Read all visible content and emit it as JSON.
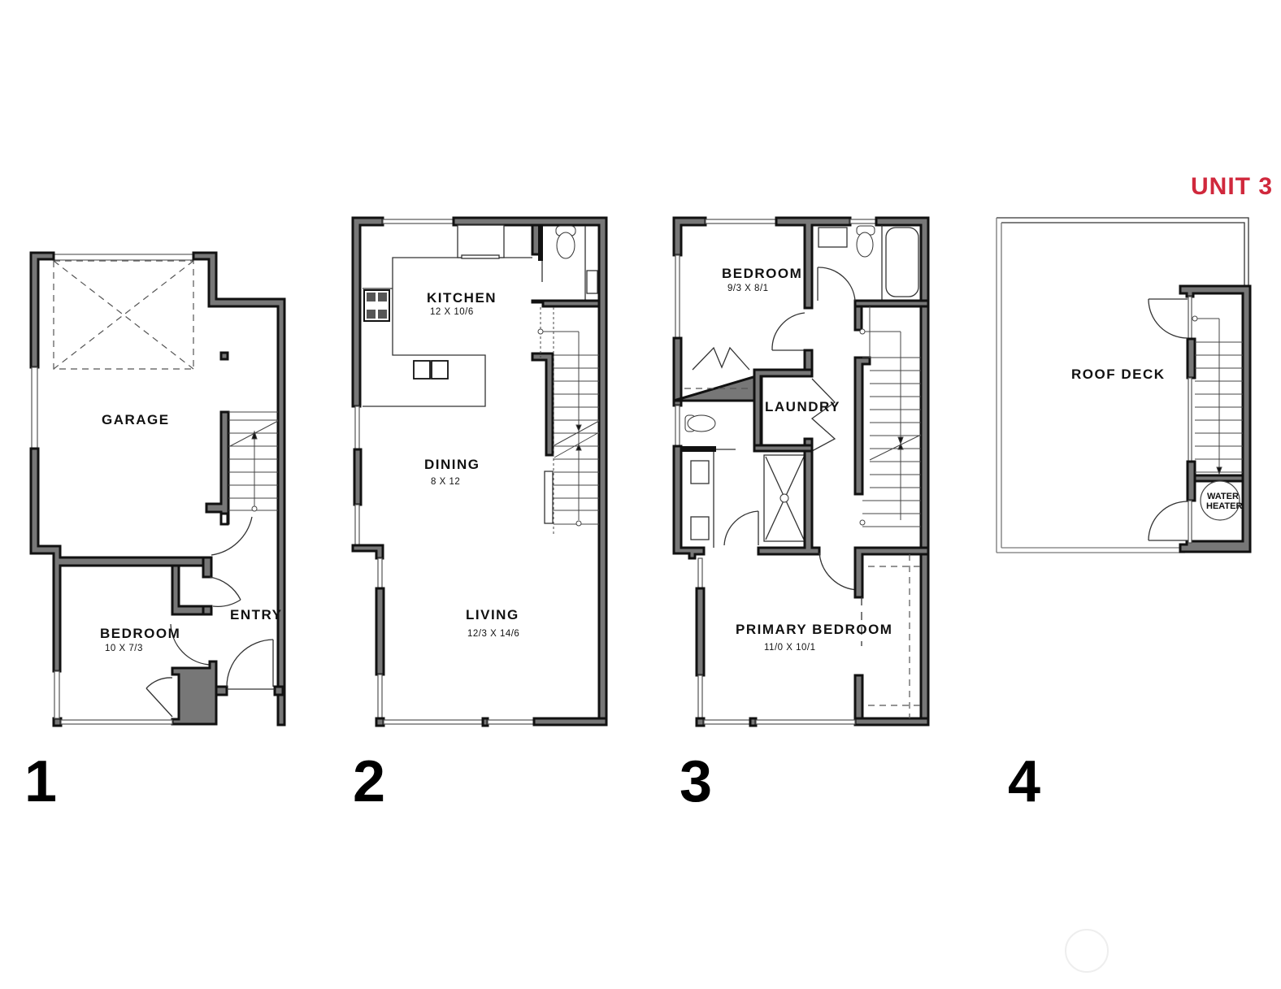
{
  "unit": {
    "label": "UNIT 3",
    "color": "#d0283c"
  },
  "colors": {
    "wall_fill": "#777777",
    "wall_stroke": "#111111",
    "background": "#ffffff"
  },
  "levels": [
    {
      "number": "1",
      "rooms": [
        {
          "name": "GARAGE",
          "dimensions": ""
        },
        {
          "name": "BEDROOM",
          "dimensions": "10 X 7/3"
        },
        {
          "name": "ENTRY",
          "dimensions": ""
        }
      ]
    },
    {
      "number": "2",
      "rooms": [
        {
          "name": "KITCHEN",
          "dimensions": "12 X 10/6"
        },
        {
          "name": "DINING",
          "dimensions": "8 X 12"
        },
        {
          "name": "LIVING",
          "dimensions": "12/3 X 14/6"
        }
      ]
    },
    {
      "number": "3",
      "rooms": [
        {
          "name": "BEDROOM",
          "dimensions": "9/3 X 8/1"
        },
        {
          "name": "LAUNDRY",
          "dimensions": ""
        },
        {
          "name": "PRIMARY BEDROOM",
          "dimensions": "11/0 X 10/1"
        }
      ]
    },
    {
      "number": "4",
      "rooms": [
        {
          "name": "ROOF DECK",
          "dimensions": ""
        },
        {
          "name": "WATER HEATER",
          "line1": "WATER",
          "line2": "HEATER"
        }
      ]
    }
  ],
  "icons": [
    "toilet-icon",
    "stove-icon",
    "sink-icon",
    "bathtub-icon",
    "shower-icon",
    "stair-arrow-icon",
    "watermark-circle-icon"
  ]
}
